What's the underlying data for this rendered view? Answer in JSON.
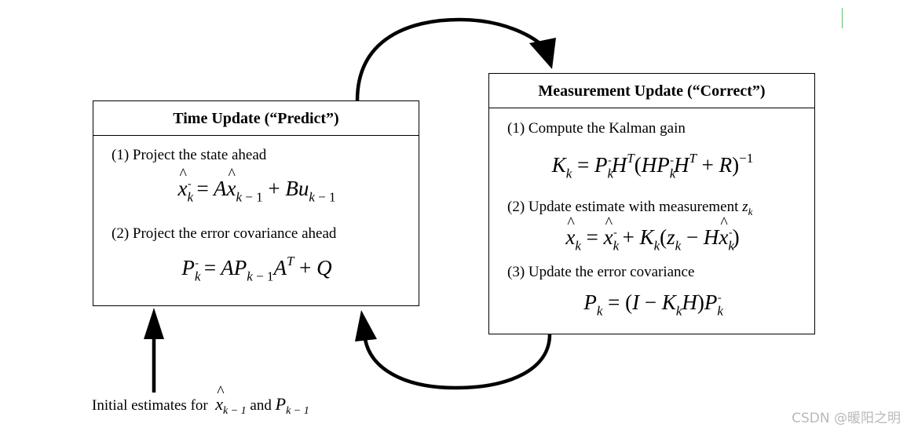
{
  "time_update": {
    "title": "Time Update (“Predict”)",
    "step1": "(1) Project the state ahead",
    "step2": "(2) Project the error covariance ahead"
  },
  "measurement_update": {
    "title": "Measurement Update (“Correct”)",
    "step1": "(1) Compute the Kalman gain",
    "step2": "(2) Update estimate with measurement",
    "step3": "(3) Update the error covariance"
  },
  "caption": {
    "prefix": "Initial estimates for",
    "conj": "and"
  },
  "watermark": "CSDN @暖阳之明"
}
